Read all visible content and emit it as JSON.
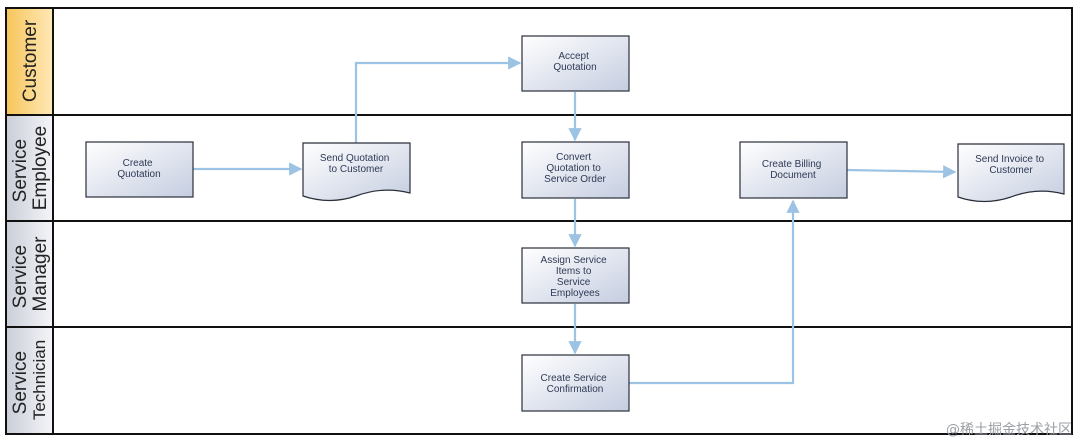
{
  "lanes": [
    {
      "id": "customer",
      "lines": [
        "Customer"
      ]
    },
    {
      "id": "service-employee",
      "lines": [
        "Service",
        "Employee"
      ]
    },
    {
      "id": "service-manager",
      "lines": [
        "Service",
        "Manager"
      ]
    },
    {
      "id": "service-technician",
      "lines": [
        "Service",
        "Technician"
      ]
    }
  ],
  "nodes": [
    {
      "id": "create-quotation",
      "lines": [
        "Create",
        "Quotation"
      ]
    },
    {
      "id": "send-quotation",
      "lines": [
        "Send Quotation",
        "to Customer"
      ]
    },
    {
      "id": "accept-quotation",
      "lines": [
        "Accept",
        "Quotation"
      ]
    },
    {
      "id": "convert-quotation",
      "lines": [
        "Convert",
        "Quotation to",
        "Service Order"
      ]
    },
    {
      "id": "assign-service-items",
      "lines": [
        "Assign Service",
        "Items to",
        "Service",
        "Employees"
      ]
    },
    {
      "id": "create-service-confirmation",
      "lines": [
        "Create Service",
        "Confirmation"
      ]
    },
    {
      "id": "create-billing-document",
      "lines": [
        "Create Billing",
        "Document"
      ]
    },
    {
      "id": "send-invoice",
      "lines": [
        "Send Invoice to",
        "Customer"
      ]
    }
  ],
  "edges": [
    {
      "from": "create-quotation",
      "to": "send-quotation"
    },
    {
      "from": "send-quotation",
      "to": "accept-quotation"
    },
    {
      "from": "accept-quotation",
      "to": "convert-quotation"
    },
    {
      "from": "convert-quotation",
      "to": "assign-service-items"
    },
    {
      "from": "assign-service-items",
      "to": "create-service-confirmation"
    },
    {
      "from": "create-service-confirmation",
      "to": "create-billing-document"
    },
    {
      "from": "create-billing-document",
      "to": "send-invoice"
    }
  ],
  "colors": {
    "customer_lane": "#f3b335",
    "other_lanes": "#d9dce3",
    "edge": "#9cc3e3",
    "node_fill_top": "#ffffff",
    "node_fill_bottom": "#c8cfe0",
    "node_text": "#2f3a55"
  },
  "watermark": "@稀土掘金技术社区"
}
